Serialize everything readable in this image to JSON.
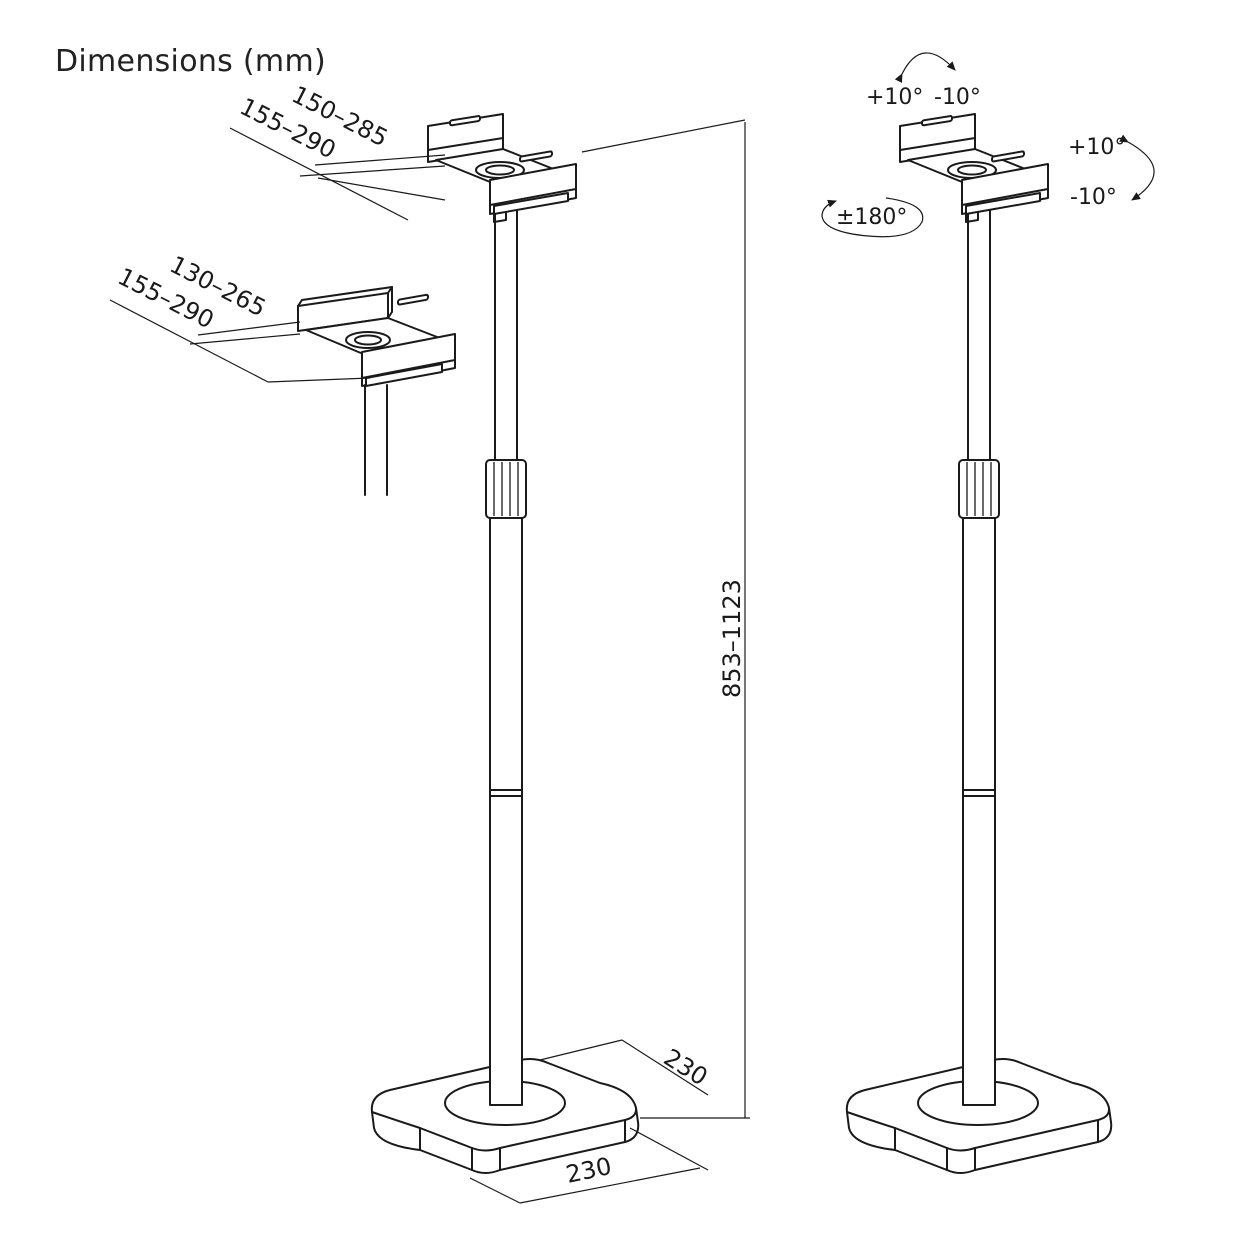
{
  "title": "Dimensions (mm)",
  "dimensions": {
    "top_bracket_inner": "150–285",
    "top_bracket_outer": "155–290",
    "alt_bracket_inner": "130–265",
    "alt_bracket_outer": "155–290",
    "height": "853–1123",
    "base_depth": "230",
    "base_width": "230"
  },
  "adjustments": {
    "tilt_plus": "+10°",
    "tilt_minus": "-10°",
    "side_plus": "+10°",
    "side_minus": "-10°",
    "rotation": "±180°"
  }
}
